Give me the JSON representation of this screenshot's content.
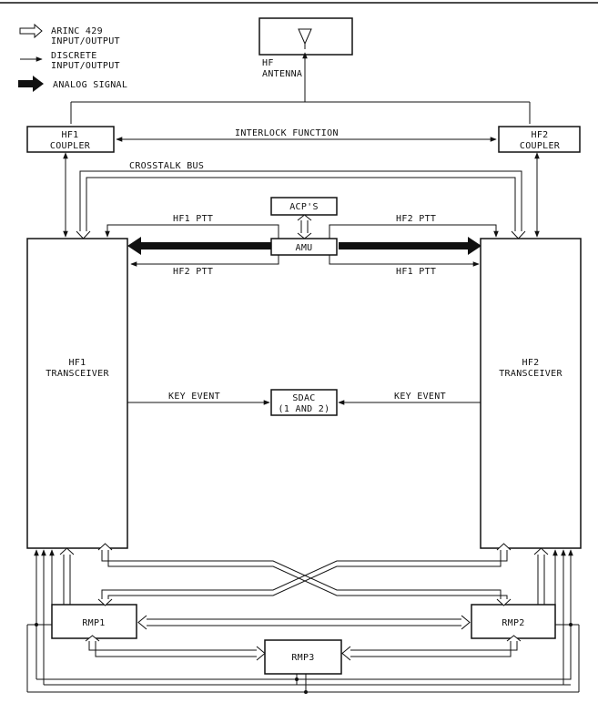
{
  "legend": {
    "arinc": [
      "ARINC 429",
      "INPUT/OUTPUT"
    ],
    "discrete": [
      "DISCRETE",
      "INPUT/OUTPUT"
    ],
    "analog": "ANALOG SIGNAL"
  },
  "boxes": {
    "antenna": "",
    "hf1_coupler": [
      "HF1",
      "COUPLER"
    ],
    "hf2_coupler": [
      "HF2",
      "COUPLER"
    ],
    "acps": "ACP'S",
    "amu": "AMU",
    "hf1_transceiver": [
      "HF1",
      "TRANSCEIVER"
    ],
    "hf2_transceiver": [
      "HF2",
      "TRANSCEIVER"
    ],
    "sdac": [
      "SDAC",
      "(1 AND 2)"
    ],
    "rmp1": "RMP1",
    "rmp2": "RMP2",
    "rmp3": "RMP3"
  },
  "labels": {
    "hf_antenna": [
      "HF",
      "ANTENNA"
    ],
    "interlock": "INTERLOCK FUNCTION",
    "crosstalk": "CROSSTALK BUS",
    "hf1_ptt_top": "HF1 PTT",
    "hf2_ptt_top": "HF2 PTT",
    "hf2_ptt_bottom": "HF2 PTT",
    "hf1_ptt_bottom": "HF1 PTT",
    "key_event_left": "KEY EVENT",
    "key_event_right": "KEY EVENT"
  },
  "colors": {
    "ink": "#111111",
    "paper": "#ffffff"
  }
}
